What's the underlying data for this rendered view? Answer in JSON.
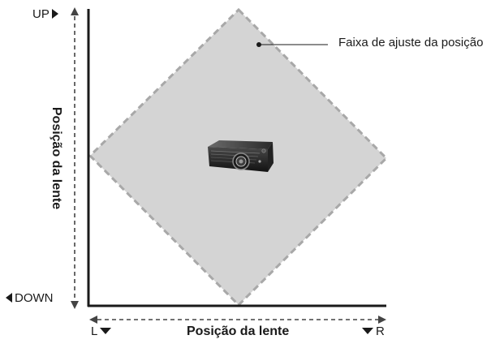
{
  "diagram": {
    "callout_label": "Faixa de ajuste da posição",
    "vertical_axis_label": "Posição da lente",
    "horizontal_axis_label": "Posição da lente",
    "up_label": "UP",
    "down_label": "DOWN",
    "left_label": "L",
    "right_label": "R",
    "icons": {
      "projector": "projector-icon",
      "up_arrow": "triangle-right-icon",
      "down_arrow": "triangle-left-icon",
      "left_arrow": "triangle-down-icon",
      "right_arrow": "triangle-down-icon"
    },
    "colors": {
      "adjustment_area_fill": "#d4d4d4",
      "adjustment_area_border": "#a8a8a8",
      "axis_line": "#1a1a1a",
      "text": "#1a1a1a"
    }
  }
}
